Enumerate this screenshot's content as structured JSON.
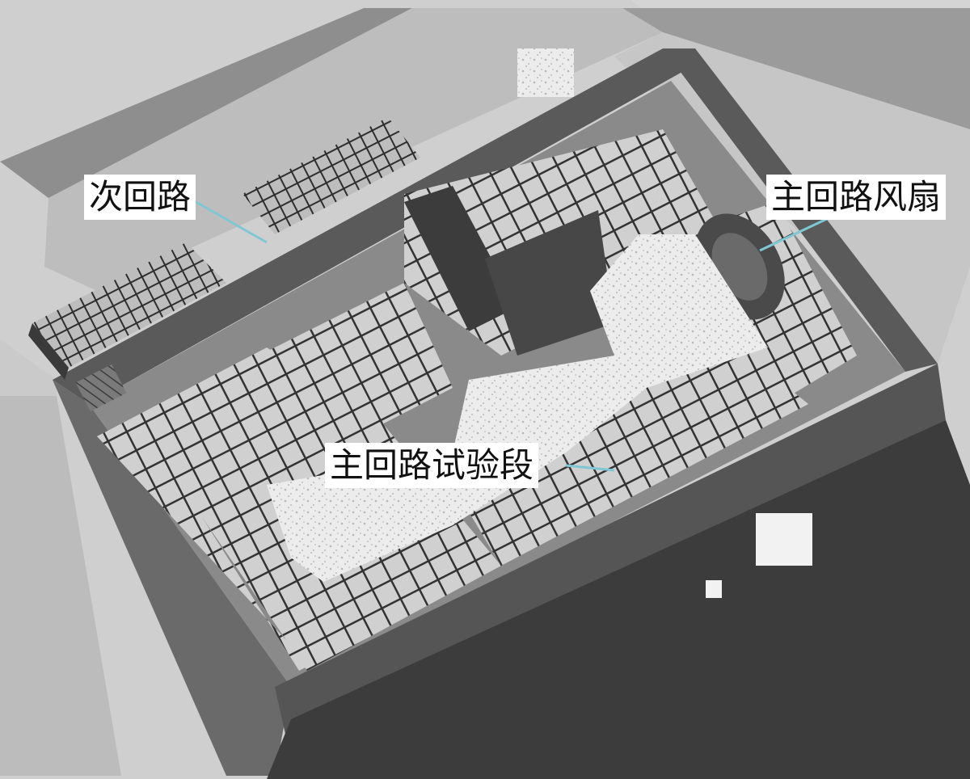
{
  "labels": {
    "secondary_loop": "次回路",
    "main_loop_fan": "主回路风扇",
    "main_loop_test_section": "主回路试验段"
  },
  "colors": {
    "background": "#ffffff",
    "ground": "#d2d2d2",
    "wall_top": "#9a9a9a",
    "wall_face": "#4a4a4a",
    "steel_frame": "#3a3a3a",
    "grid_cell": "#d0d0d0",
    "foam_fill": "#ebebeb",
    "leader_line": "#7fc7d3"
  }
}
